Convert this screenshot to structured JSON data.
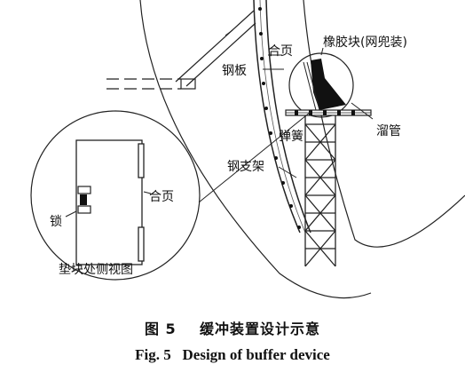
{
  "labels": {
    "hinge_top": "合页",
    "rubber_block": "橡胶块(网兜装)",
    "steel_plate": "钢板",
    "slide_pipe": "溜管",
    "spring": "弹簧",
    "steel_support": "钢支架",
    "hinge_detail": "合页",
    "lock": "锁",
    "pad_side_view": "垫块处侧视图"
  },
  "caption": {
    "zh_number": "图 5",
    "zh_title": "缓冲装置设计示意",
    "en_number": "Fig. 5",
    "en_title": "Design of buffer device"
  }
}
